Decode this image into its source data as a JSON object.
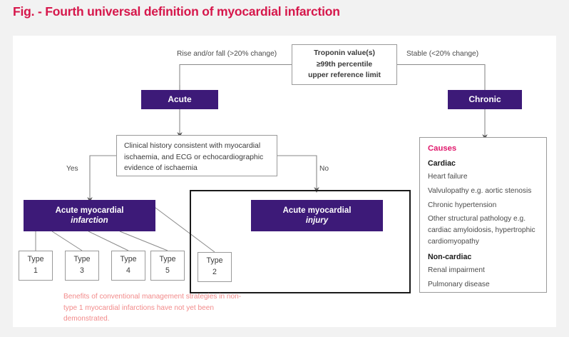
{
  "title": "Fig. - Fourth universal definition of myocardial infarction",
  "colors": {
    "title": "#d6174b",
    "purple_box": "#3d1a78",
    "causes_heading": "#e0176b",
    "footnote": "#f28b8b",
    "line": "#6b6b6b",
    "container_border": "#1a1a1a",
    "page_background": "#f2f2f2",
    "card_background": "#ffffff"
  },
  "flow": {
    "root": {
      "line1": "Troponin value(s)",
      "line2": "≥99th percentile",
      "line3": "upper reference limit"
    },
    "edge_labels": {
      "left": "Rise and/or fall (>20% change)",
      "right": "Stable (<20% change)",
      "yes": "Yes",
      "no": "No"
    },
    "acute_label": "Acute",
    "chronic_label": "Chronic",
    "clinical_history": "Clinical history consistent with myocardial ischaemia, and ECG or echocardiographic evidence of ischaemia",
    "outcome_infarction": {
      "line1": "Acute myocardial",
      "line2": "infarction"
    },
    "outcome_injury": {
      "line1": "Acute myocardial",
      "line2": "injury"
    },
    "types": [
      {
        "label": "Type",
        "number": "1"
      },
      {
        "label": "Type",
        "number": "3"
      },
      {
        "label": "Type",
        "number": "4"
      },
      {
        "label": "Type",
        "number": "5"
      },
      {
        "label": "Type",
        "number": "2"
      }
    ]
  },
  "causes": {
    "heading": "Causes",
    "cardiac_heading": "Cardiac",
    "cardiac_items": [
      "Heart failure",
      "Valvulopathy e.g. aortic stenosis",
      "Chronic hypertension",
      "Other structural pathology e.g. cardiac amyloidosis, hypertrophic cardiomyopathy"
    ],
    "noncardiac_heading": "Non-cardiac",
    "noncardiac_items": [
      "Renal impairment",
      "Pulmonary disease"
    ]
  },
  "footnote": "Benefits of conventional management strategies in non-type 1 myocardial infarctions have not yet been demonstrated."
}
